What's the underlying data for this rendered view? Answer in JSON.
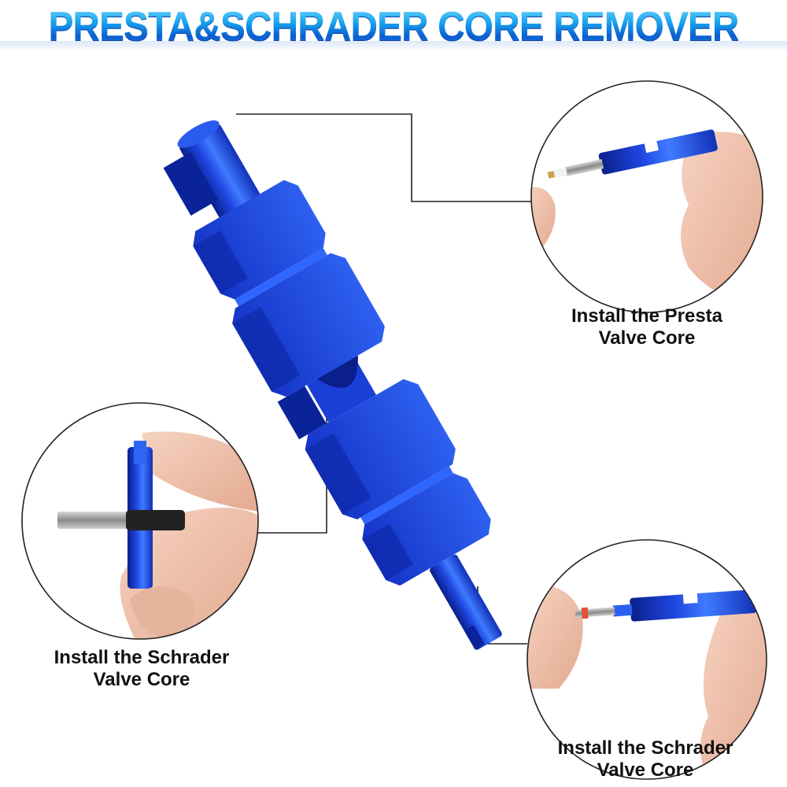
{
  "title": "PRESTA&SCHRADER CORE REMOVER",
  "colors": {
    "tool_blue": "#1a3fd6",
    "tool_highlight": "#3f7bff",
    "tool_shadow": "#0a1f8a",
    "title_blue": "#1a8de0",
    "skin": "#f0c6b0",
    "connector": "#222222"
  },
  "callouts": [
    {
      "id": "presta",
      "line1": "Install the Presta",
      "line2": "Valve Core"
    },
    {
      "id": "schrader-left",
      "line1": "Install the Schrader",
      "line2": "Valve Core"
    },
    {
      "id": "schrader-right",
      "line1": "Install the Schrader",
      "line2": "Valve Core"
    }
  ]
}
